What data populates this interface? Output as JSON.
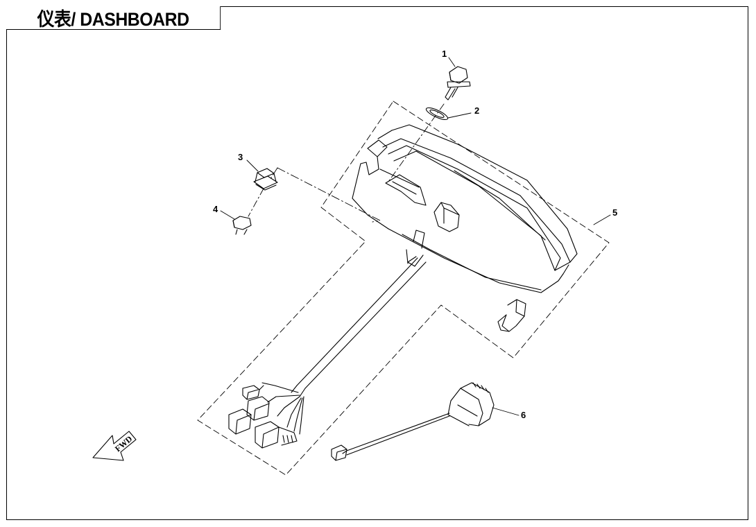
{
  "title": "仪表/ DASHBOARD",
  "fwd_label": "FWD",
  "callouts": [
    {
      "id": 1,
      "label": "1",
      "part": "bolt"
    },
    {
      "id": 2,
      "label": "2",
      "part": "washer"
    },
    {
      "id": 3,
      "label": "3",
      "part": "grommet"
    },
    {
      "id": 4,
      "label": "4",
      "part": "collar"
    },
    {
      "id": 5,
      "label": "5",
      "part": "instrument-cluster"
    },
    {
      "id": 6,
      "label": "6",
      "part": "socket"
    }
  ]
}
